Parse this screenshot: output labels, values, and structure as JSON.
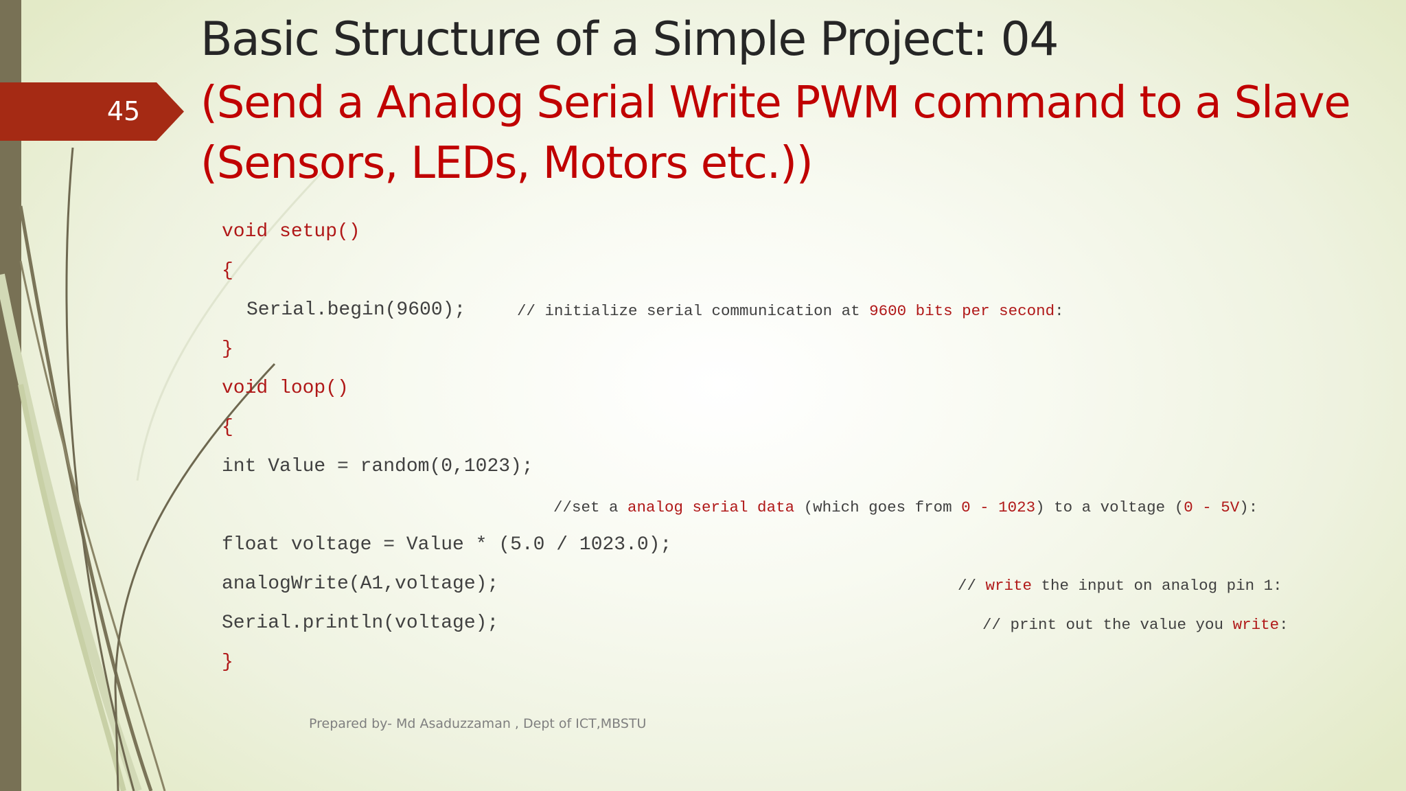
{
  "slide": {
    "number": "45",
    "title": "Basic Structure of a Simple Project: 04",
    "subtitle": "(Send a Analog Serial Write PWM command to a Slave (Sensors, LEDs, Motors etc.))"
  },
  "code": {
    "setup_decl": "void setup()",
    "open_brace_1": "{",
    "serial_begin": "Serial.begin(9600);",
    "comment_init": {
      "part1": "// initialize serial communication at ",
      "part2": "9600 bits per second",
      "part3": ":"
    },
    "close_brace_1": "}",
    "loop_decl": "void loop()",
    "open_brace_2": "{",
    "int_value": "int Value = random(0,1023);",
    "comment_set": {
      "part1": "//set a ",
      "part2": "analog serial data",
      "part3": " (which goes from ",
      "part4": "0 - 1023",
      "part5": ") to a voltage (",
      "part6": "0 - 5V",
      "part7": "):"
    },
    "float_voltage": "float voltage = Value * (5.0 / 1023.0);",
    "analog_write": "analogWrite(A1,voltage);",
    "comment_write": {
      "part1": "// ",
      "part2": "write",
      "part3": " the input on analog pin 1:"
    },
    "serial_println": "Serial.println(voltage);",
    "comment_print": {
      "part1": "// print out the value you ",
      "part2": "write",
      "part3": ":"
    },
    "close_brace_2": "}"
  },
  "footer": "Prepared by- Md Asaduzzaman , Dept of ICT,MBSTU",
  "colors": {
    "accent_red": "#c00000",
    "tab_red": "#a52a14",
    "left_bar": "#787155",
    "title_dark": "#262626"
  }
}
